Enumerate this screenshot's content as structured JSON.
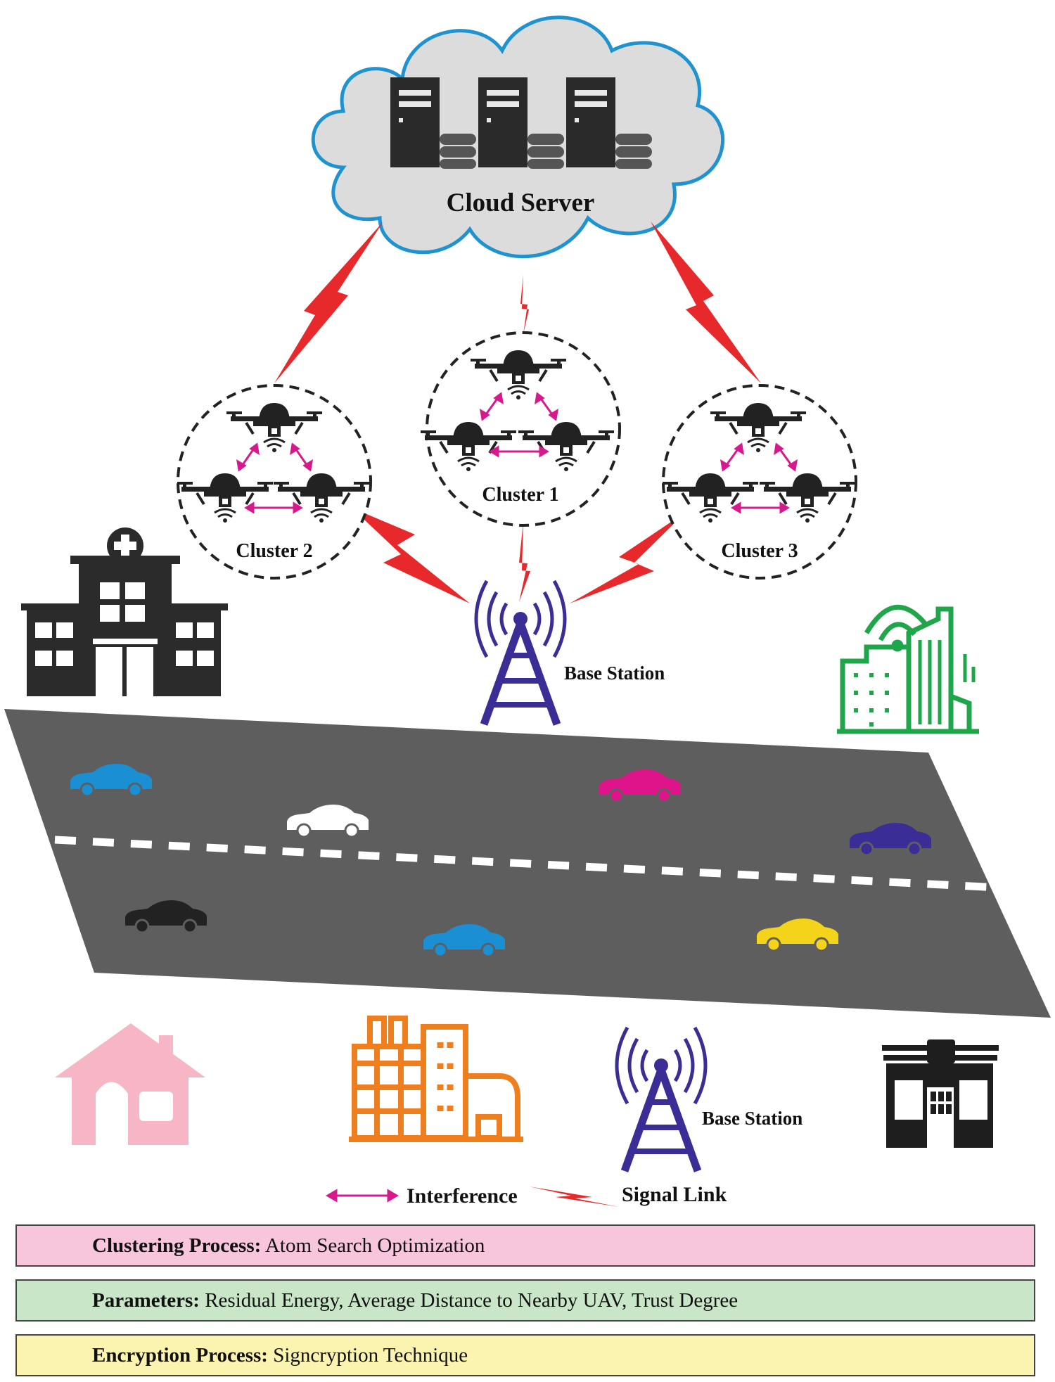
{
  "cloud": {
    "title": "Cloud Server"
  },
  "clusters": [
    {
      "label": "Cluster 1"
    },
    {
      "label": "Cluster 2"
    },
    {
      "label": "Cluster 3"
    }
  ],
  "base_station_top": {
    "label": "Base Station"
  },
  "base_station_bottom": {
    "label": "Base Station"
  },
  "legend": {
    "interference": "Interference",
    "signal_link": "Signal Link"
  },
  "panels": [
    {
      "key": "Clustering Process:",
      "value": " Atom Search Optimization",
      "color": "#f7c6dc"
    },
    {
      "key": "Parameters:",
      "value": " Residual Energy, Average Distance to Nearby UAV, Trust Degree",
      "color": "#c9e6c9"
    },
    {
      "key": "Encryption Process:",
      "value": " Signcryption Technique",
      "color": "#fbf3b0"
    }
  ],
  "colors": {
    "lightning": "#e8292b",
    "interference": "#d6198c",
    "tower": "#3b2d96",
    "cloud_outline": "#1f93d0",
    "road": "#5e5e5e"
  },
  "icons": [
    "cloud-icon",
    "server-icon",
    "drone-icon",
    "tower-icon",
    "hospital-icon",
    "smart-building-icon",
    "house-icon",
    "factory-icon",
    "shop-icon",
    "car-icon"
  ]
}
